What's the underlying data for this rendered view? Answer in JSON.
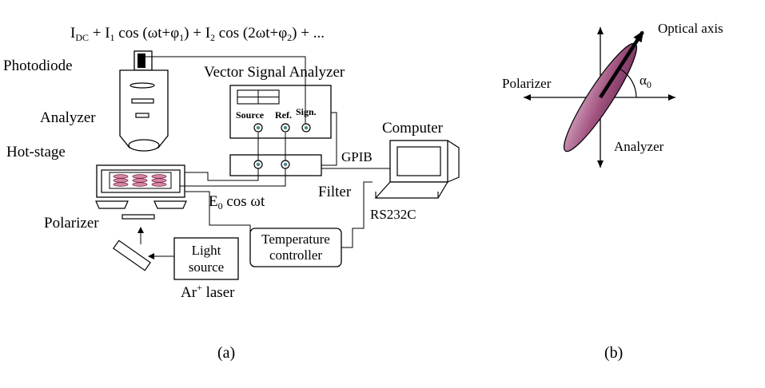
{
  "figure_a": {
    "equation": {
      "I": "I",
      "DC": "DC",
      "plus_I1_pre": " + I",
      "one": "1",
      "cos_omega_t_phi": " cos (ωt+φ",
      "close_plus_I2_pre": ") + I",
      "two": "2",
      "cos_2omega_t_phi": " cos (2ωt+φ",
      "close_tail": ") + ..."
    },
    "labels": {
      "photodiode": "Photodiode",
      "analyzer": "Analyzer",
      "hot_stage": "Hot-stage",
      "polarizer": "Polarizer",
      "vsa": "Vector Signal Analyzer",
      "source": "Source",
      "ref": "Ref.",
      "sign": "Sign.",
      "computer": "Computer",
      "gpib": "GPIB",
      "filter": "Filter",
      "e0_E": "E",
      "e0_sub": "0",
      "e0_tail": " cos ωt",
      "rs232c": "RS232C",
      "temp_line1": "Temperature",
      "temp_line2": "controller",
      "light_line1": "Light",
      "light_line2": "source",
      "ar_pre": "Ar",
      "ar_sup": "+",
      "ar_tail": " laser"
    },
    "caption": "(a)"
  },
  "figure_b": {
    "labels": {
      "optical_axis": "Optical axis",
      "polarizer": "Polarizer",
      "analyzer": "Analyzer",
      "alpha": "α",
      "alpha_sub": "0"
    },
    "caption": "(b)",
    "colors": {
      "ellipse_fill": "#a0527f"
    }
  },
  "colors": {
    "cell_fill": "#d88aa6"
  }
}
